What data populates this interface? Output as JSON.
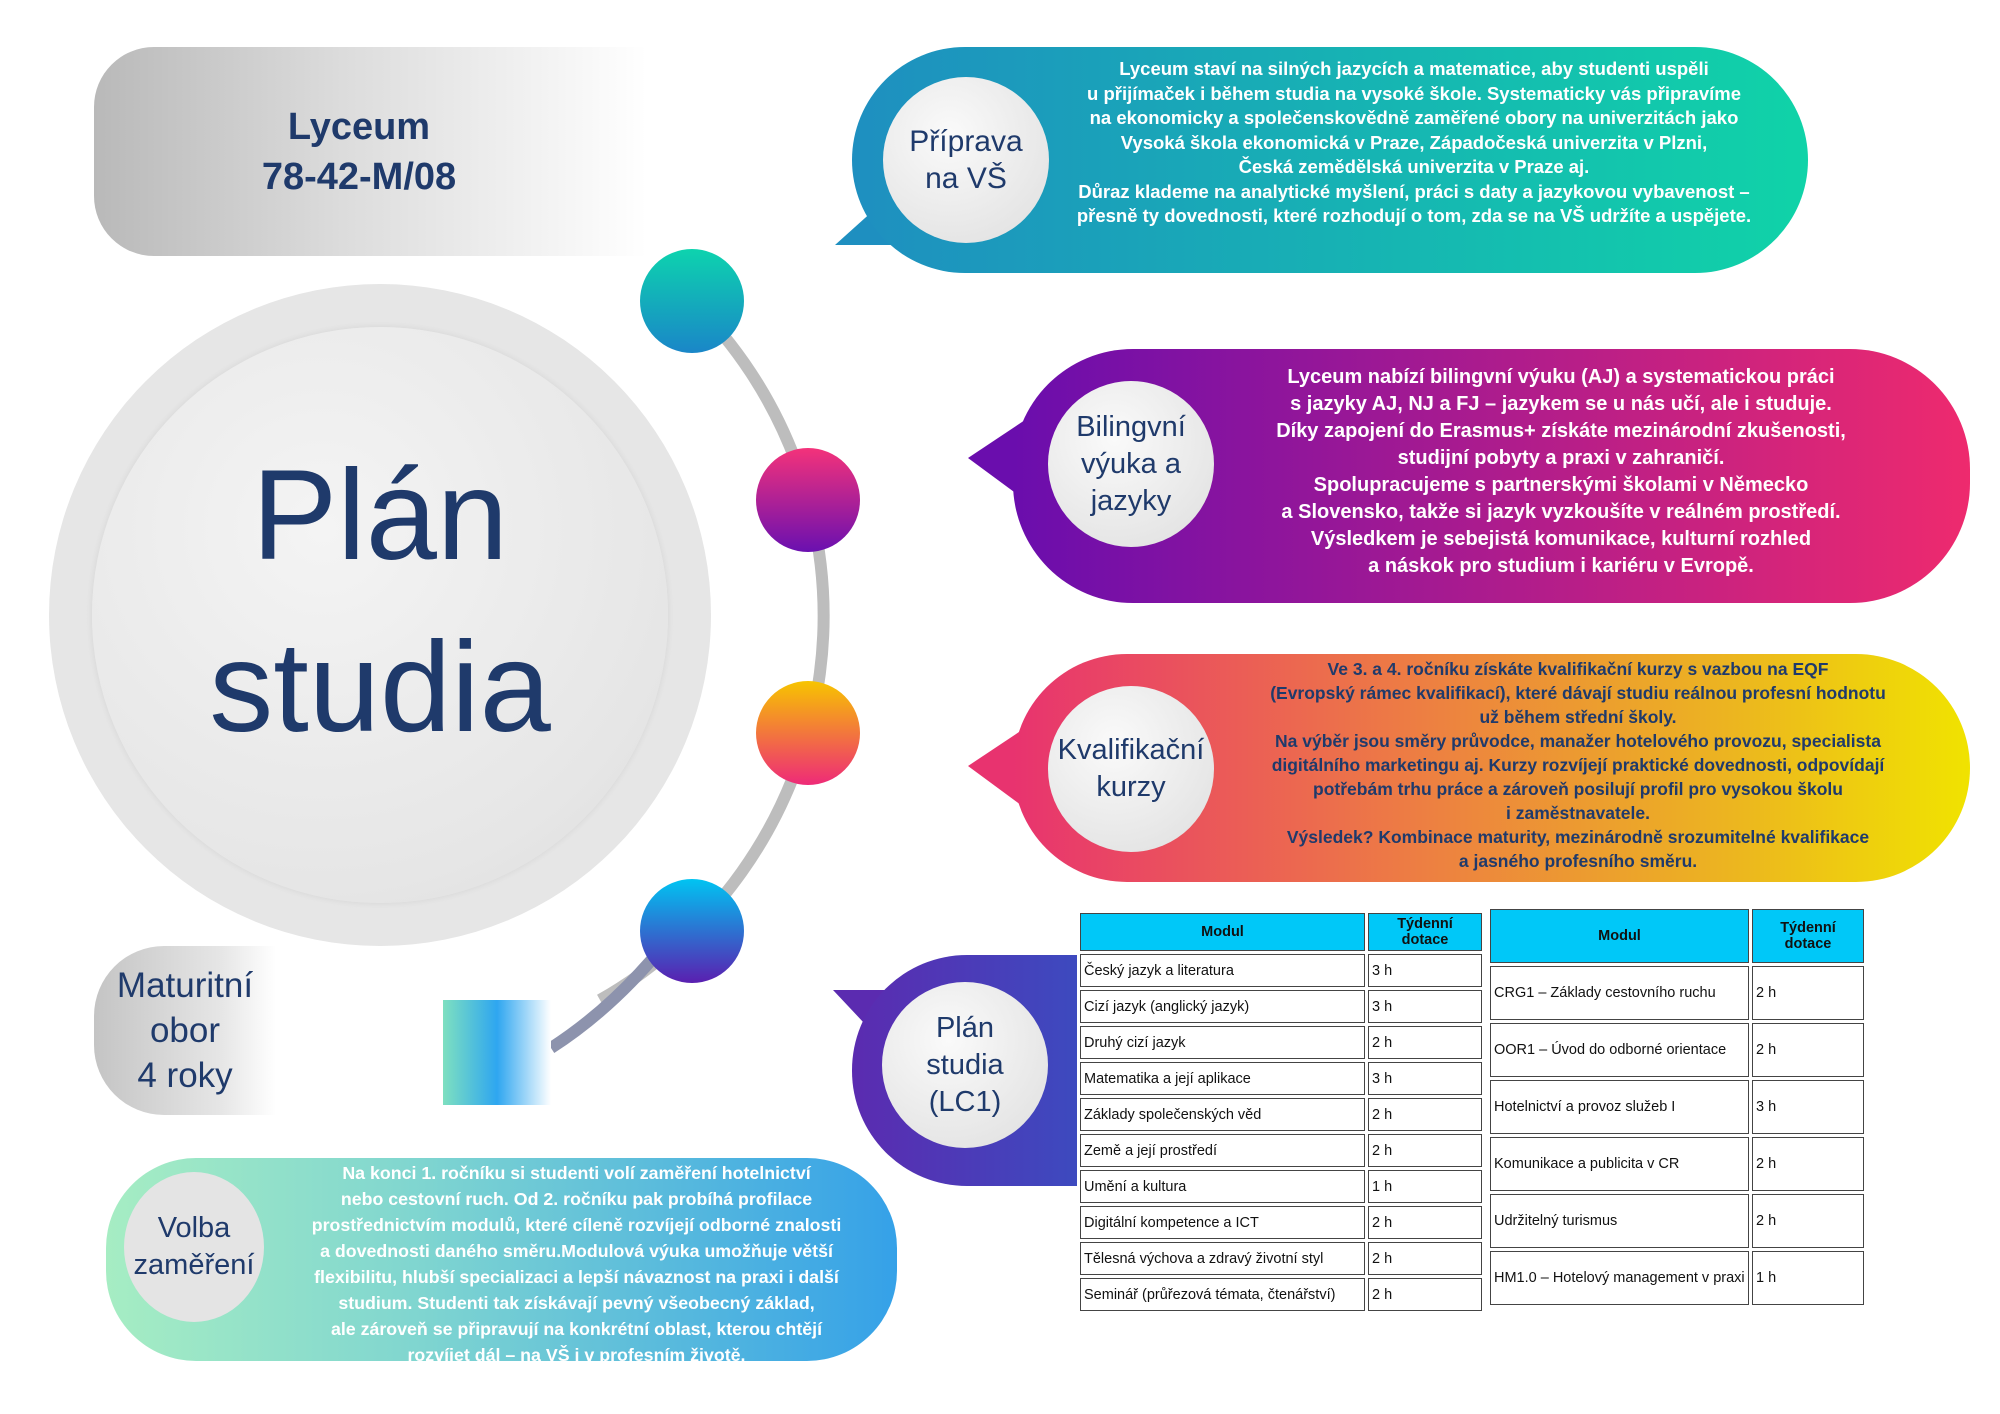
{
  "header": {
    "title": "Lyceum",
    "code": "78-42-M/08"
  },
  "center": {
    "line1": "Plán",
    "line2": "studia"
  },
  "duration": {
    "lines": [
      "Maturitní",
      "obor",
      "4 roky"
    ]
  },
  "sections": {
    "vs": {
      "label": [
        "Příprava",
        "na VŠ"
      ],
      "lines": [
        "Lyceum staví na silných jazycích a matematice, aby studenti uspěli",
        "u přijímaček i během studia na vysoké škole. Systematicky vás připravíme",
        "na ekonomicky a společenskovědně zaměřené obory na univerzitách jako",
        "Vysoká škola ekonomická v Praze, Západočeská univerzita v Plzni,",
        "Česká zemědělská univerzita v Praze aj.",
        "Důraz klademe na analytické myšlení, práci s daty a jazykovou vybavenost –",
        "přesně ty dovednosti, které rozhodují o tom, zda se na VŠ udržíte a uspějete."
      ]
    },
    "bilingual": {
      "label": [
        "Bilingvní",
        "výuka a",
        "jazyky"
      ],
      "lines": [
        "Lyceum nabízí bilingvní výuku (AJ) a systematickou práci",
        "s jazyky AJ, NJ a FJ – jazykem se u nás učí, ale i studuje.",
        "Díky zapojení do Erasmus+ získáte mezinárodní zkušenosti,",
        "studijní pobyty a praxi v zahraničí.",
        "Spolupracujeme s partnerskými školami v Německo",
        "a Slovensko, takže si jazyk vyzkoušíte v reálném prostředí.",
        "Výsledkem je sebejistá komunikace, kulturní rozhled",
        "a náskok pro studium i kariéru v Evropě."
      ]
    },
    "courses": {
      "label": [
        "Kvalifikační",
        "kurzy"
      ],
      "lines": [
        "Ve 3. a 4. ročníku získáte kvalifikační kurzy s vazbou na EQF",
        "(Evropský rámec kvalifikací), které dávají studiu reálnou profesní hodnotu",
        "už během střední školy.",
        "Na výběr jsou směry průvodce, manažer hotelového provozu, specialista",
        "digitálního marketingu aj. Kurzy rozvíjejí praktické dovednosti, odpovídají",
        "potřebám trhu práce a zároveň posilují profil pro vysokou školu",
        "i zaměstnavatele.",
        "Výsledek? Kombinace maturity, mezinárodně srozumitelné kvalifikace",
        "a jasného profesního směru."
      ]
    },
    "plan": {
      "label": [
        "Plán",
        "studia",
        "(LC1)"
      ]
    },
    "focus": {
      "label": [
        "Volba",
        "zaměření"
      ],
      "lines": [
        "Na konci 1. ročníku si studenti volí zaměření hotelnictví",
        "nebo cestovní ruch. Od 2. ročníku pak probíhá profilace",
        "prostřednictvím modulů, které cíleně rozvíjejí odborné znalosti",
        "a dovednosti daného směru.Modulová výuka umožňuje větší",
        "flexibilitu, hlubší specializaci a lepší návaznost na praxi i další",
        "studium. Studenti tak získávají pevný všeobecný základ,",
        "ale zároveň se připravují na konkrétní oblast, kterou chtějí",
        "rozvíjet dál – na VŠ i v profesním životě."
      ]
    }
  },
  "table_general": {
    "headers": [
      "Modul",
      "Týdenní dotace"
    ],
    "rows": [
      [
        "Český jazyk a literatura",
        "3 h"
      ],
      [
        "Cizí jazyk (anglický jazyk)",
        "3 h"
      ],
      [
        "Druhý cizí jazyk",
        "2 h"
      ],
      [
        "Matematika a její aplikace",
        "3 h"
      ],
      [
        "Základy společenských věd",
        "2 h"
      ],
      [
        "Země a její prostředí",
        "2 h"
      ],
      [
        "Umění a kultura",
        "1 h"
      ],
      [
        "Digitální kompetence a ICT",
        "2 h"
      ],
      [
        "Tělesná výchova a zdravý životní styl",
        "2 h"
      ],
      [
        "Seminář (průřezová témata, čtenářství)",
        "2 h"
      ]
    ]
  },
  "table_modules": {
    "headers": [
      "Modul",
      "Týdenní dotace"
    ],
    "rows": [
      [
        "CRG1 – Základy cestovního ruchu",
        "2 h"
      ],
      [
        "OOR1 – Úvod do odborné orientace",
        "2 h"
      ],
      [
        "Hotelnictví a provoz služeb I",
        "3 h"
      ],
      [
        "Komunikace a publicita v CR",
        "2 h"
      ],
      [
        "Udržitelný turismus",
        "2 h"
      ],
      [
        "HM1.0 – Hotelový management v praxi",
        "1 h"
      ]
    ]
  },
  "colors": {
    "navy": "#1f3a6b",
    "table_header": "#00c8f8",
    "teal": "#10d3a8",
    "purple": "#6a0dad",
    "pink": "#ee2a6e",
    "yellow": "#f0e000"
  }
}
